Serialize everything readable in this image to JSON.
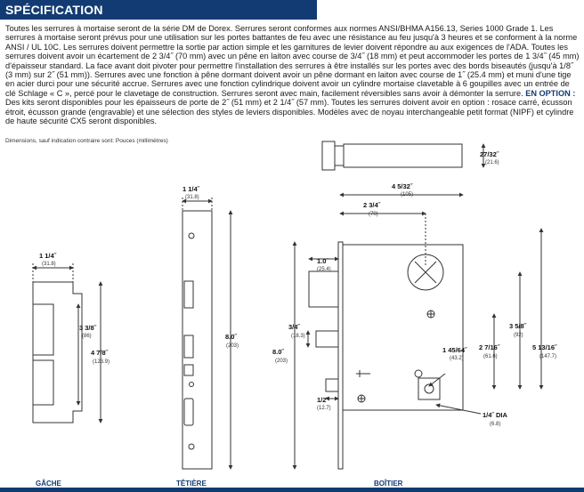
{
  "header": {
    "title": "SPÉCIFICATION"
  },
  "body": {
    "p1": "Toutes les serrures à mortaise seront de la série DM de Dorex. Serrures seront conformes aux normes ANSI/BHMA A156.13, Series 1000 Grade 1. Les serrures à mortaise seront prévus pour une utilisation sur les portes battantes de feu avec une résistance au feu jusqu'à 3 heures et se conforment à la norme ANSI / UL 10C. Les serrures doivent permettre la sortie par action simple et les garnitures de levier doivent répondre au aux exigences de l'ADA. Toutes les serrures doivent avoir un écartement de 2 3/4˝ (70 mm) avec un pêne en laiton avec course de 3/4˝ (18 mm) et peut accommoder les portes de 1 3/4˝ (45 mm) d'épaisseur standard. La face avant doit pivoter pour permettre l'installation des serrures à être installés sur les portes avec des bords biseautés (jusqu'à 1/8˝ (3 mm) sur 2˝ (51 mm)). Serrures avec une fonction à pêne dormant doivent avoir un pêne dormant en laiton avec course de 1˝ (25.4 mm) et muni d'une tige en acier durci pour une sécurité accrue. Serrures avec une fonction cylindrique doivent avoir un cylindre mortaise clavetable à 6 goupilles avec un entrée de clé Schlage « C », percé pour le clavetage de construction. Serrures seront avec main, facilement réversibles sans avoir à démonter la serrure.",
    "option_label": "EN OPTION :",
    "p2": "Des kits seront disponibles pour les épaisseurs de porte de 2˝ (51 mm) et 2 1/4˝ (57 mm). Toutes les serrures doivent avoir en option : rosace carré, écusson étroit, écusson grande (engravable) et une sélection des styles de leviers disponibles. Modèles avec de noyau interchangeable petit format (NIPF) et cylindre de haute sécurité CX5 seront disponibles.",
    "note": "Dimensions, sauf indication contraire sont: Pouces (millimètres)"
  },
  "gache": {
    "caption": "GÂCHE",
    "width": "1 1/4˝",
    "width_mm": "(31.8)",
    "inner": "3 3/8˝",
    "inner_mm": "(86)",
    "height": "4 7/8˝",
    "height_mm": "(123.9)"
  },
  "tetiere": {
    "caption": "TÊTIÈRE",
    "width": "1 1/4˝",
    "width_mm": "(31.8)",
    "height": "8.0˝",
    "height_mm": "(203)"
  },
  "boitier": {
    "caption": "BOÎTIER",
    "height": "8.0˝",
    "height_mm": "(203)",
    "backset": "2 3/4˝",
    "backset_mm": "(70)",
    "depth": "4 5/32˝",
    "depth_mm": "(105)",
    "throw": "27/32˝",
    "throw_mm": "(21.6)",
    "deadbolt": "1.0˝",
    "deadbolt_mm": "(25.4)",
    "latch": "3/4˝",
    "latch_mm": "(18.3)",
    "aux": "1/2˝",
    "aux_mm": "(12.7)",
    "d1": "1 45/64˝",
    "d1_mm": "(43.2)",
    "d2": "2 7/16˝",
    "d2_mm": "(61.6)",
    "d3": "3 5/8˝",
    "d3_mm": "(92)",
    "d4": "5 13/16˝",
    "d4_mm": "(147.7)",
    "hole": "1/4˝ DIA",
    "hole_mm": "(6.8)"
  }
}
